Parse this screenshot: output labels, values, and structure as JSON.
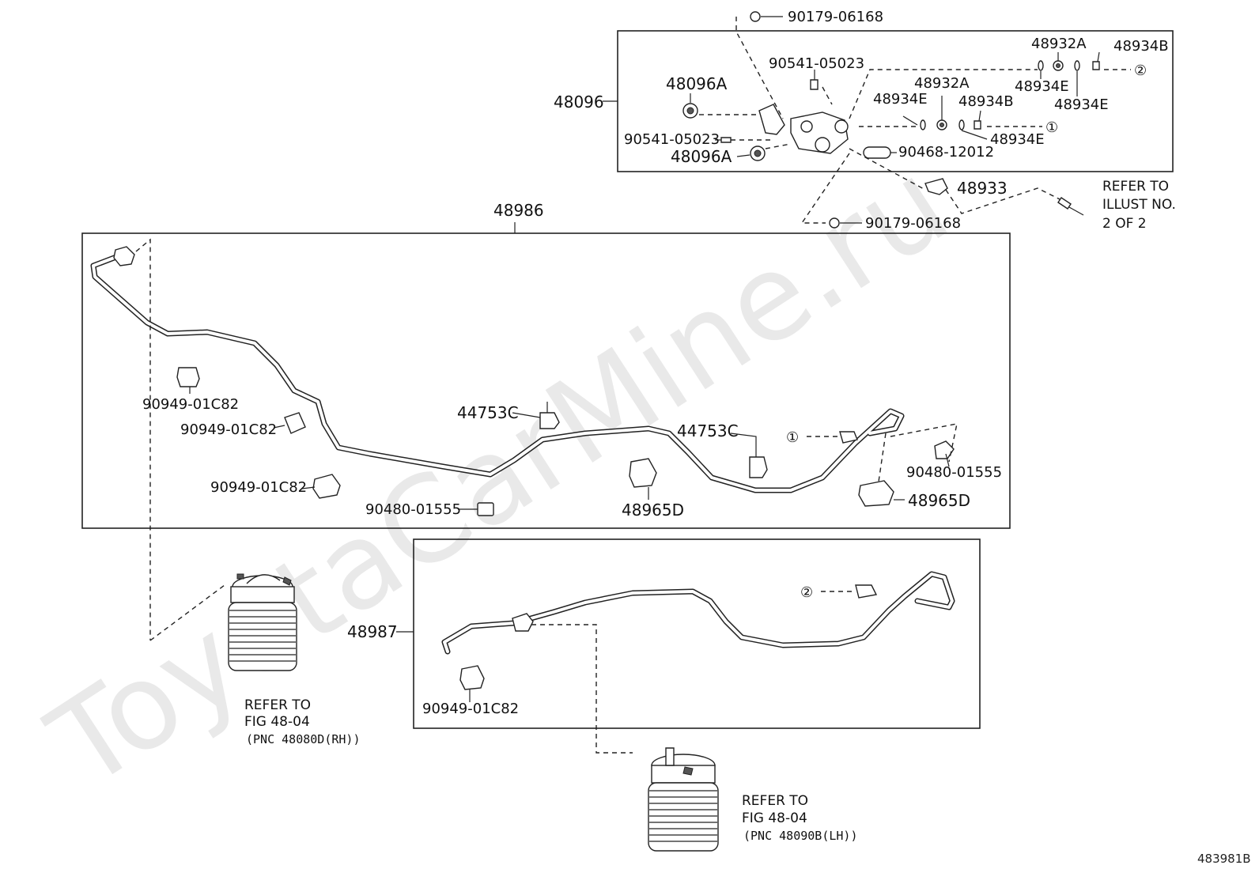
{
  "watermark": "ToyotaCarMine.ru",
  "diagram_id": "483981B",
  "assemblies": {
    "valve_block": "48096",
    "front_pipe": "48986",
    "rear_pipe": "48987"
  },
  "labels": {
    "nut_top": "90179-06168",
    "nut_bottom": "90179-06168",
    "bolt_upper": "90541-05023",
    "bolt_lower": "90541-05023",
    "mount_upper": "48096A",
    "mount_lower": "48096A",
    "ring_a1": "48932A",
    "ring_a2": "48932A",
    "nut_b1": "48934B",
    "nut_b2": "48934B",
    "oring_e1": "48934E",
    "oring_e2": "48934E",
    "oring_e3": "48934E",
    "oring_e4": "48934E",
    "hose": "90468-12012",
    "clip_48933": "48933",
    "clamp_1": "90949-01C82",
    "clamp_2": "90949-01C82",
    "clamp_3": "90949-01C82",
    "clamp_4": "90949-01C82",
    "grommet_1": "90480-01555",
    "grommet_2": "90480-01555",
    "clip_c1": "44753C",
    "clip_c2": "44753C",
    "bracket_d1": "48965D",
    "bracket_d2": "48965D"
  },
  "circles": {
    "one": "①",
    "two": "②"
  },
  "refer_illust": {
    "line1": "REFER TO",
    "line2": "ILLUST NO.",
    "line3": "2 OF 2"
  },
  "refer_rh": {
    "line1": "REFER TO",
    "line2": "FIG 48-04",
    "line3": "(PNC 48080D(RH))"
  },
  "refer_lh": {
    "line1": "REFER TO",
    "line2": "FIG 48-04",
    "line3": "(PNC 48090B(LH))"
  }
}
